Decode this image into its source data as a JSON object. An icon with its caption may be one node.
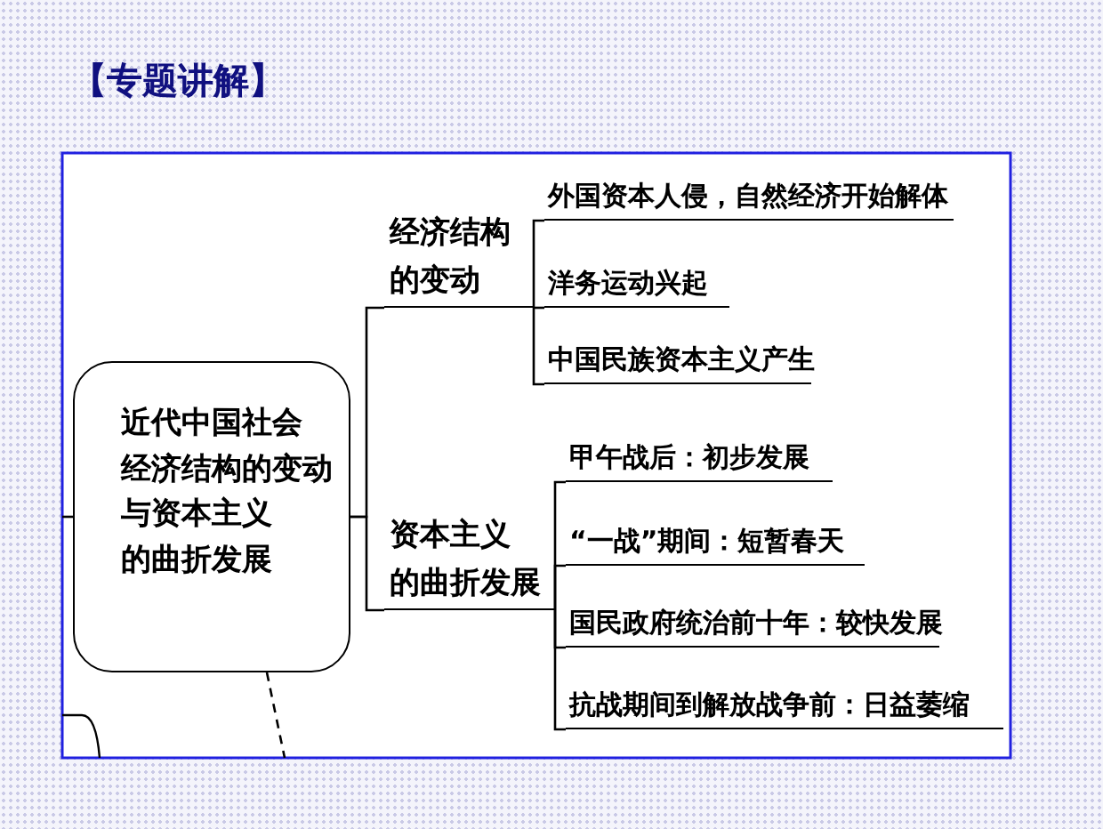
{
  "diagram": {
    "title": "【专题讲解】",
    "nodes": [
      {
        "text": [
          "近代中国社会经济结构的变动与资本主义的曲折发展"
        ]
      },
      {
        "text": [
          "经济结构的变动"
        ]
      },
      {
        "text": [
          "资本主义的曲折发展"
        ]
      },
      {
        "text": [
          "外国资本人侵，自然经济开始解体"
        ]
      },
      {
        "text": [
          "洋务运动兴起"
        ]
      },
      {
        "text": [
          "中国民族资本主义产生"
        ]
      },
      {
        "text": [
          "甲午战后：初步发展"
        ]
      },
      {
        "text": [
          "“一战”期间：短暂春天"
        ]
      },
      {
        "text": [
          "国民政府统治前十年：较快发展"
        ]
      },
      {
        "text": [
          "抗战期间到解放战争前：日益萎缩"
        ]
      }
    ],
    "edges": [
      {
        "from": 0,
        "to": 1,
        "arrow": "none"
      },
      {
        "from": 0,
        "to": 2,
        "arrow": "none"
      },
      {
        "from": 1,
        "to": 3,
        "arrow": "none"
      },
      {
        "from": 1,
        "to": 4,
        "arrow": "none"
      },
      {
        "from": 1,
        "to": 5,
        "arrow": "none"
      },
      {
        "from": 2,
        "to": 6,
        "arrow": "none"
      },
      {
        "from": 2,
        "to": 7,
        "arrow": "none"
      },
      {
        "from": 2,
        "to": 8,
        "arrow": "none"
      },
      {
        "from": 2,
        "to": 9,
        "arrow": "none"
      },
      {
        "from": null,
        "to": 0,
        "arrow": "none"
      },
      {
        "from": 0,
        "to": null,
        "arrow": "none",
        "style": "dashed"
      }
    ]
  }
}
